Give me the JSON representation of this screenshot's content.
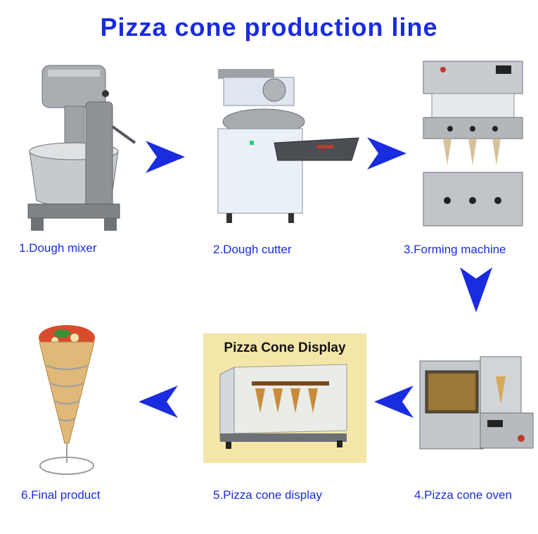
{
  "title": "Pizza cone production line",
  "steps": [
    {
      "label": "1.Dough mixer"
    },
    {
      "label": "2.Dough cutter"
    },
    {
      "label": "3.Forming machine"
    },
    {
      "label": "4.Pizza cone oven"
    },
    {
      "label": "5.Pizza cone display"
    },
    {
      "label": "6.Final product"
    }
  ],
  "display_card": {
    "title": "Pizza Cone Display"
  },
  "colors": {
    "text": "#1a2ce0",
    "arrow": "#1a2ce0",
    "steel": "#b9bdc2"
  }
}
